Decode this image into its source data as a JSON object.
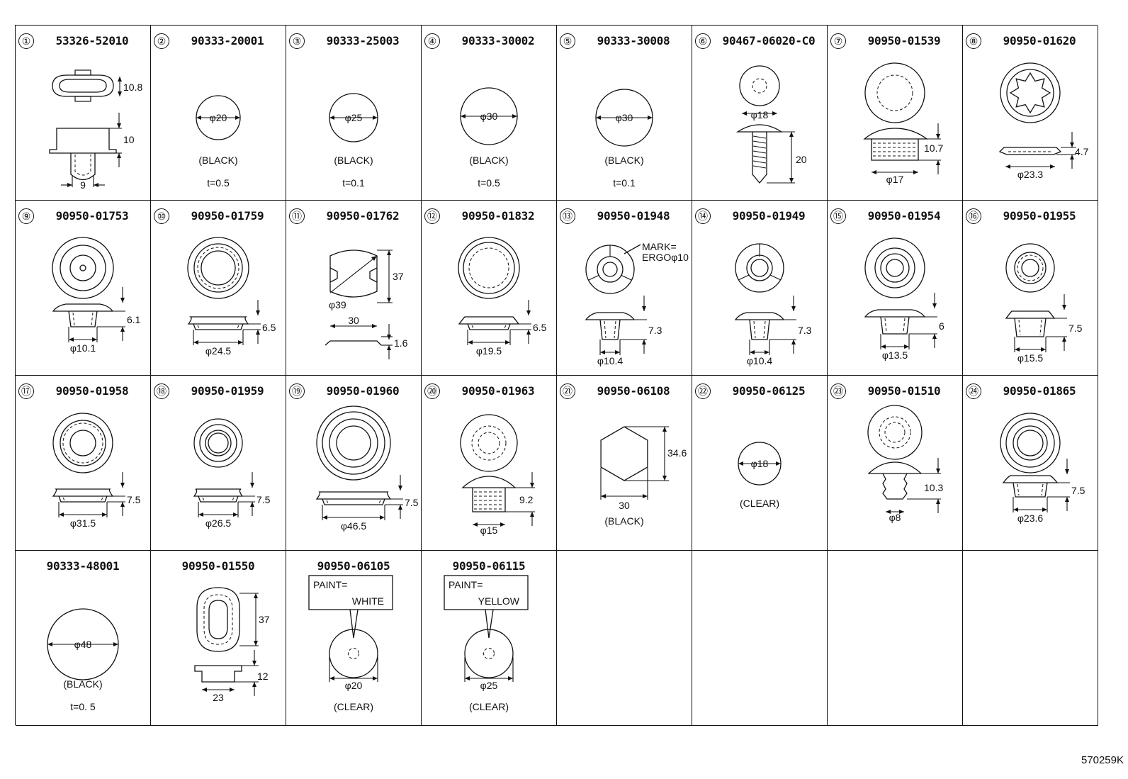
{
  "parts": [
    {
      "num": "①",
      "part_no": "53326-52010",
      "dims": [
        "10.8",
        "10",
        "9"
      ]
    },
    {
      "num": "②",
      "part_no": "90333-20001",
      "dims": [
        "φ20"
      ],
      "color": "(BLACK)",
      "thickness": "t=0.5"
    },
    {
      "num": "③",
      "part_no": "90333-25003",
      "dims": [
        "φ25"
      ],
      "color": "(BLACK)",
      "thickness": "t=0.1"
    },
    {
      "num": "④",
      "part_no": "90333-30002",
      "dims": [
        "φ30"
      ],
      "color": "(BLACK)",
      "thickness": "t=0.5"
    },
    {
      "num": "⑤",
      "part_no": "90333-30008",
      "dims": [
        "φ30"
      ],
      "color": "(BLACK)",
      "thickness": "t=0.1"
    },
    {
      "num": "⑥",
      "part_no": "90467-06020-C0",
      "dims": [
        "φ18",
        "20"
      ]
    },
    {
      "num": "⑦",
      "part_no": "90950-01539",
      "dims": [
        "10.7",
        "φ17"
      ]
    },
    {
      "num": "⑧",
      "part_no": "90950-01620",
      "dims": [
        "4.7",
        "φ23.3"
      ]
    },
    {
      "num": "⑨",
      "part_no": "90950-01753",
      "dims": [
        "6.1",
        "φ10.1"
      ]
    },
    {
      "num": "⑩",
      "part_no": "90950-01759",
      "dims": [
        "6.5",
        "φ24.5"
      ]
    },
    {
      "num": "⑪",
      "part_no": "90950-01762",
      "dims": [
        "37",
        "φ39",
        "30",
        "1.6"
      ]
    },
    {
      "num": "⑫",
      "part_no": "90950-01832",
      "dims": [
        "6.5",
        "φ19.5"
      ]
    },
    {
      "num": "⑬",
      "part_no": "90950-01948",
      "dims": [
        "7.3",
        "φ10.4"
      ],
      "mark": [
        "MARK=",
        "ERGOφ10"
      ]
    },
    {
      "num": "⑭",
      "part_no": "90950-01949",
      "dims": [
        "7.3",
        "φ10.4"
      ]
    },
    {
      "num": "⑮",
      "part_no": "90950-01954",
      "dims": [
        "6",
        "φ13.5"
      ]
    },
    {
      "num": "⑯",
      "part_no": "90950-01955",
      "dims": [
        "7.5",
        "φ15.5"
      ]
    },
    {
      "num": "⑰",
      "part_no": "90950-01958",
      "dims": [
        "7.5",
        "φ31.5"
      ]
    },
    {
      "num": "⑱",
      "part_no": "90950-01959",
      "dims": [
        "7.5",
        "φ26.5"
      ]
    },
    {
      "num": "⑲",
      "part_no": "90950-01960",
      "dims": [
        "7.5",
        "φ46.5"
      ]
    },
    {
      "num": "⑳",
      "part_no": "90950-01963",
      "dims": [
        "9.2",
        "φ15"
      ]
    },
    {
      "num": "㉑",
      "part_no": "90950-06108",
      "dims": [
        "34.6",
        "30"
      ],
      "color": "(BLACK)"
    },
    {
      "num": "㉒",
      "part_no": "90950-06125",
      "dims": [
        "φ18"
      ],
      "color": "(CLEAR)"
    },
    {
      "num": "㉓",
      "part_no": "90950-01510",
      "dims": [
        "10.3",
        "φ8"
      ]
    },
    {
      "num": "㉔",
      "part_no": "90950-01865",
      "dims": [
        "7.5",
        "φ23.6"
      ]
    },
    {
      "num": "",
      "part_no": "90333-48001",
      "dims": [
        "φ48"
      ],
      "color": "(BLACK)",
      "thickness": "t=0. 5"
    },
    {
      "num": "",
      "part_no": "90950-01550",
      "dims": [
        "37",
        "12",
        "23"
      ]
    },
    {
      "num": "",
      "part_no": "90950-06105",
      "dims": [
        "φ20"
      ],
      "color": "(CLEAR)",
      "paint": [
        "PAINT=",
        "WHITE"
      ]
    },
    {
      "num": "",
      "part_no": "90950-06115",
      "dims": [
        "φ25"
      ],
      "color": "(CLEAR)",
      "paint": [
        "PAINT=",
        "YELLOW"
      ]
    },
    {
      "num": "",
      "part_no": ""
    },
    {
      "num": "",
      "part_no": ""
    },
    {
      "num": "",
      "part_no": ""
    },
    {
      "num": "",
      "part_no": ""
    }
  ],
  "drawing_code": "570259K"
}
